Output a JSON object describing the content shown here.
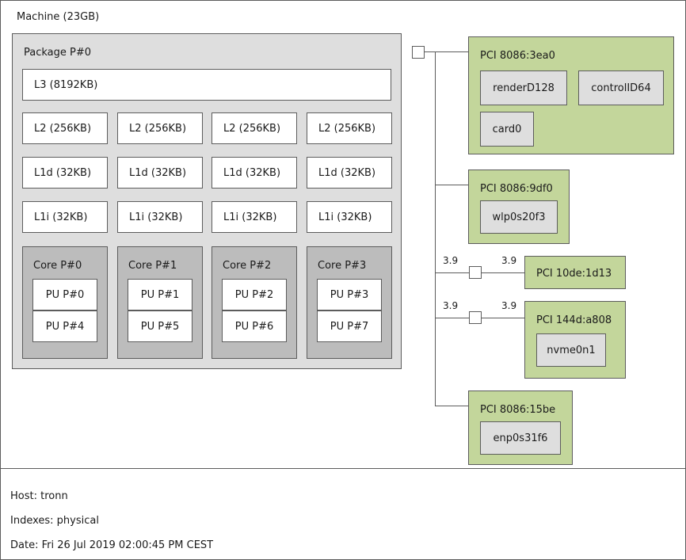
{
  "machine": {
    "label": "Machine (23GB)",
    "package": {
      "label": "Package P#0",
      "l3": {
        "label": "L3 (8192KB)"
      },
      "l2": [
        {
          "label": "L2 (256KB)"
        },
        {
          "label": "L2 (256KB)"
        },
        {
          "label": "L2 (256KB)"
        },
        {
          "label": "L2 (256KB)"
        }
      ],
      "l1d": [
        {
          "label": "L1d (32KB)"
        },
        {
          "label": "L1d (32KB)"
        },
        {
          "label": "L1d (32KB)"
        },
        {
          "label": "L1d (32KB)"
        }
      ],
      "l1i": [
        {
          "label": "L1i (32KB)"
        },
        {
          "label": "L1i (32KB)"
        },
        {
          "label": "L1i (32KB)"
        },
        {
          "label": "L1i (32KB)"
        }
      ],
      "cores": [
        {
          "label": "Core P#0",
          "pus": [
            {
              "label": "PU P#0"
            },
            {
              "label": "PU P#4"
            }
          ]
        },
        {
          "label": "Core P#1",
          "pus": [
            {
              "label": "PU P#1"
            },
            {
              "label": "PU P#5"
            }
          ]
        },
        {
          "label": "Core P#2",
          "pus": [
            {
              "label": "PU P#2"
            },
            {
              "label": "PU P#6"
            }
          ]
        },
        {
          "label": "Core P#3",
          "pus": [
            {
              "label": "PU P#3"
            },
            {
              "label": "PU P#7"
            }
          ]
        }
      ]
    }
  },
  "io": {
    "root_knob": "pci-root-knob",
    "devices": [
      {
        "label": "PCI 8086:3ea0",
        "link_left": null,
        "link_right": null,
        "osdevs": [
          {
            "label": "renderD128"
          },
          {
            "label": "controlID64"
          },
          {
            "label": "card0"
          }
        ]
      },
      {
        "label": "PCI 8086:9df0",
        "link_left": null,
        "link_right": null,
        "osdevs": [
          {
            "label": "wlp0s20f3"
          }
        ]
      },
      {
        "label": "PCI 10de:1d13",
        "link_left": "3.9",
        "link_right": "3.9",
        "osdevs": []
      },
      {
        "label": "PCI 144d:a808",
        "link_left": "3.9",
        "link_right": "3.9",
        "osdevs": [
          {
            "label": "nvme0n1"
          }
        ]
      },
      {
        "label": "PCI 8086:15be",
        "link_left": null,
        "link_right": null,
        "osdevs": [
          {
            "label": "enp0s31f6"
          }
        ]
      }
    ]
  },
  "footer": {
    "host": "Host: tronn",
    "indexes": "Indexes: physical",
    "date": "Date: Fri 26 Jul 2019 02:00:45 PM CEST"
  },
  "colors": {
    "pci_green": "#c3d69b",
    "package_grey": "#dedede",
    "core_grey": "#bcbcbc",
    "osdev_grey": "#dedede",
    "stroke": "#5c5c5c",
    "white": "#ffffff"
  }
}
